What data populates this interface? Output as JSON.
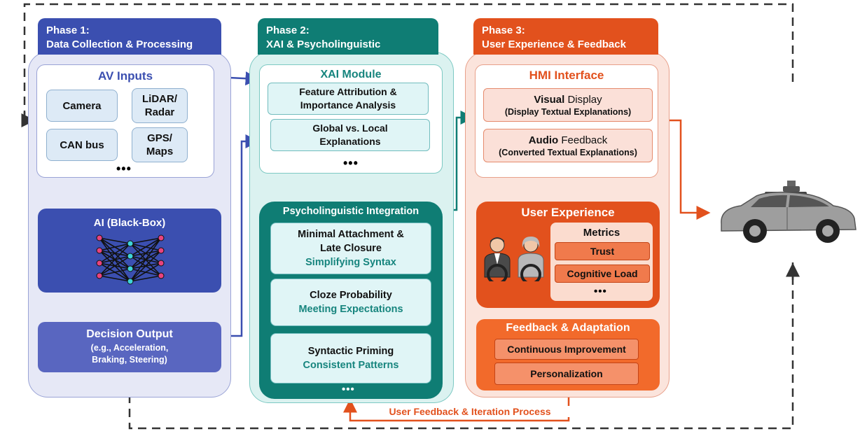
{
  "phases": [
    {
      "title": "Phase 1:",
      "subtitle": "Data Collection & Processing"
    },
    {
      "title": "Phase 2:",
      "subtitle": "XAI & Psycholinguistic"
    },
    {
      "title": "Phase 3:",
      "subtitle": "User Experience & Feedback"
    }
  ],
  "phase1": {
    "av_inputs_title": "AV Inputs",
    "inputs": [
      "Camera",
      "LiDAR/\nRadar",
      "CAN bus",
      "GPS/\nMaps"
    ],
    "ellipsis": "•••",
    "ai_title": "AI (Black-Box)",
    "decision_title": "Decision Output",
    "decision_sub": "(e.g., Acceleration,\nBraking, Steering)"
  },
  "phase2": {
    "xai_title": "XAI Module",
    "xai_items": [
      "Feature Attribution &\nImportance Analysis",
      "Global vs. Local\nExplanations"
    ],
    "ellipsis": "•••",
    "psy_title": "Psycholinguistic Integration",
    "psy_items": [
      {
        "main": "Minimal Attachment &\nLate Closure",
        "sub": "Simplifying Syntax"
      },
      {
        "main": "Cloze Probability",
        "sub": "Meeting Expectations"
      },
      {
        "main": "Syntactic Priming",
        "sub": "Consistent Patterns"
      }
    ],
    "psy_ellipsis": "•••"
  },
  "phase3": {
    "hmi_title": "HMI Interface",
    "visual_bold": "Visual",
    "visual_rest": " Display",
    "visual_sub": "(Display Textual Explanations)",
    "audio_bold": "Audio",
    "audio_rest": " Feedback",
    "audio_sub": "(Converted Textual Explanations)",
    "ux_title": "User Experience",
    "metrics_title": "Metrics",
    "metrics": [
      "Trust",
      "Cognitive Load"
    ],
    "metrics_ellipsis": "•••",
    "feedback_title": "Feedback & Adaptation",
    "feedback_items": [
      "Continuous Improvement",
      "Personalization"
    ]
  },
  "loop_label": "User Feedback & Iteration Process",
  "colors": {
    "phase1": "#3b4fb0",
    "phase2": "#0f7d74",
    "phase3": "#e2511d",
    "dashed": "#333333"
  }
}
